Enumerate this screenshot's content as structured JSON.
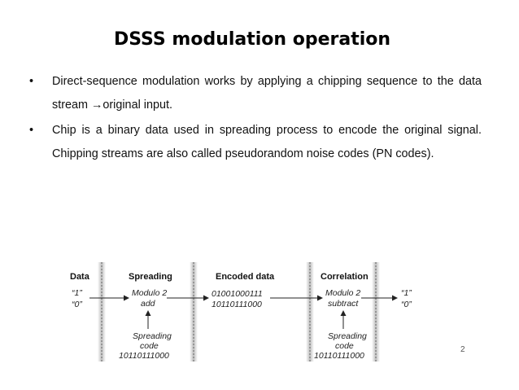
{
  "slide": {
    "title": "DSSS modulation operation",
    "bullets": [
      {
        "marker": "•",
        "text": "Direct-sequence modulation works by applying a chipping sequence to the data stream →original input."
      },
      {
        "marker": "•",
        "text": "Chip is a binary data used in spreading process to encode the original signal. Chipping streams are also called pseudorandom noise codes (PN codes)."
      }
    ],
    "page_number": "2"
  },
  "diagram": {
    "headers": {
      "data": "Data",
      "spreading": "Spreading",
      "encoded": "Encoded data",
      "correlation": "Correlation"
    },
    "input_one": "“1”",
    "input_zero": "“0”",
    "spreading_op": {
      "line1": "Modulo 2",
      "line2": "add"
    },
    "encoded_line1": "01001000111",
    "encoded_line2": "10110111000",
    "correlation_op": {
      "line1": "Modulo 2",
      "line2": "subtract"
    },
    "output_one": "“1”",
    "output_zero": "“0”",
    "spreading_code_label": {
      "line1": "Spreading",
      "line2": "code"
    },
    "spreading_code_value": "10110111000",
    "correlation_code_label": {
      "line1": "Spreading",
      "line2": "code"
    },
    "correlation_code_value": "10110111000"
  }
}
